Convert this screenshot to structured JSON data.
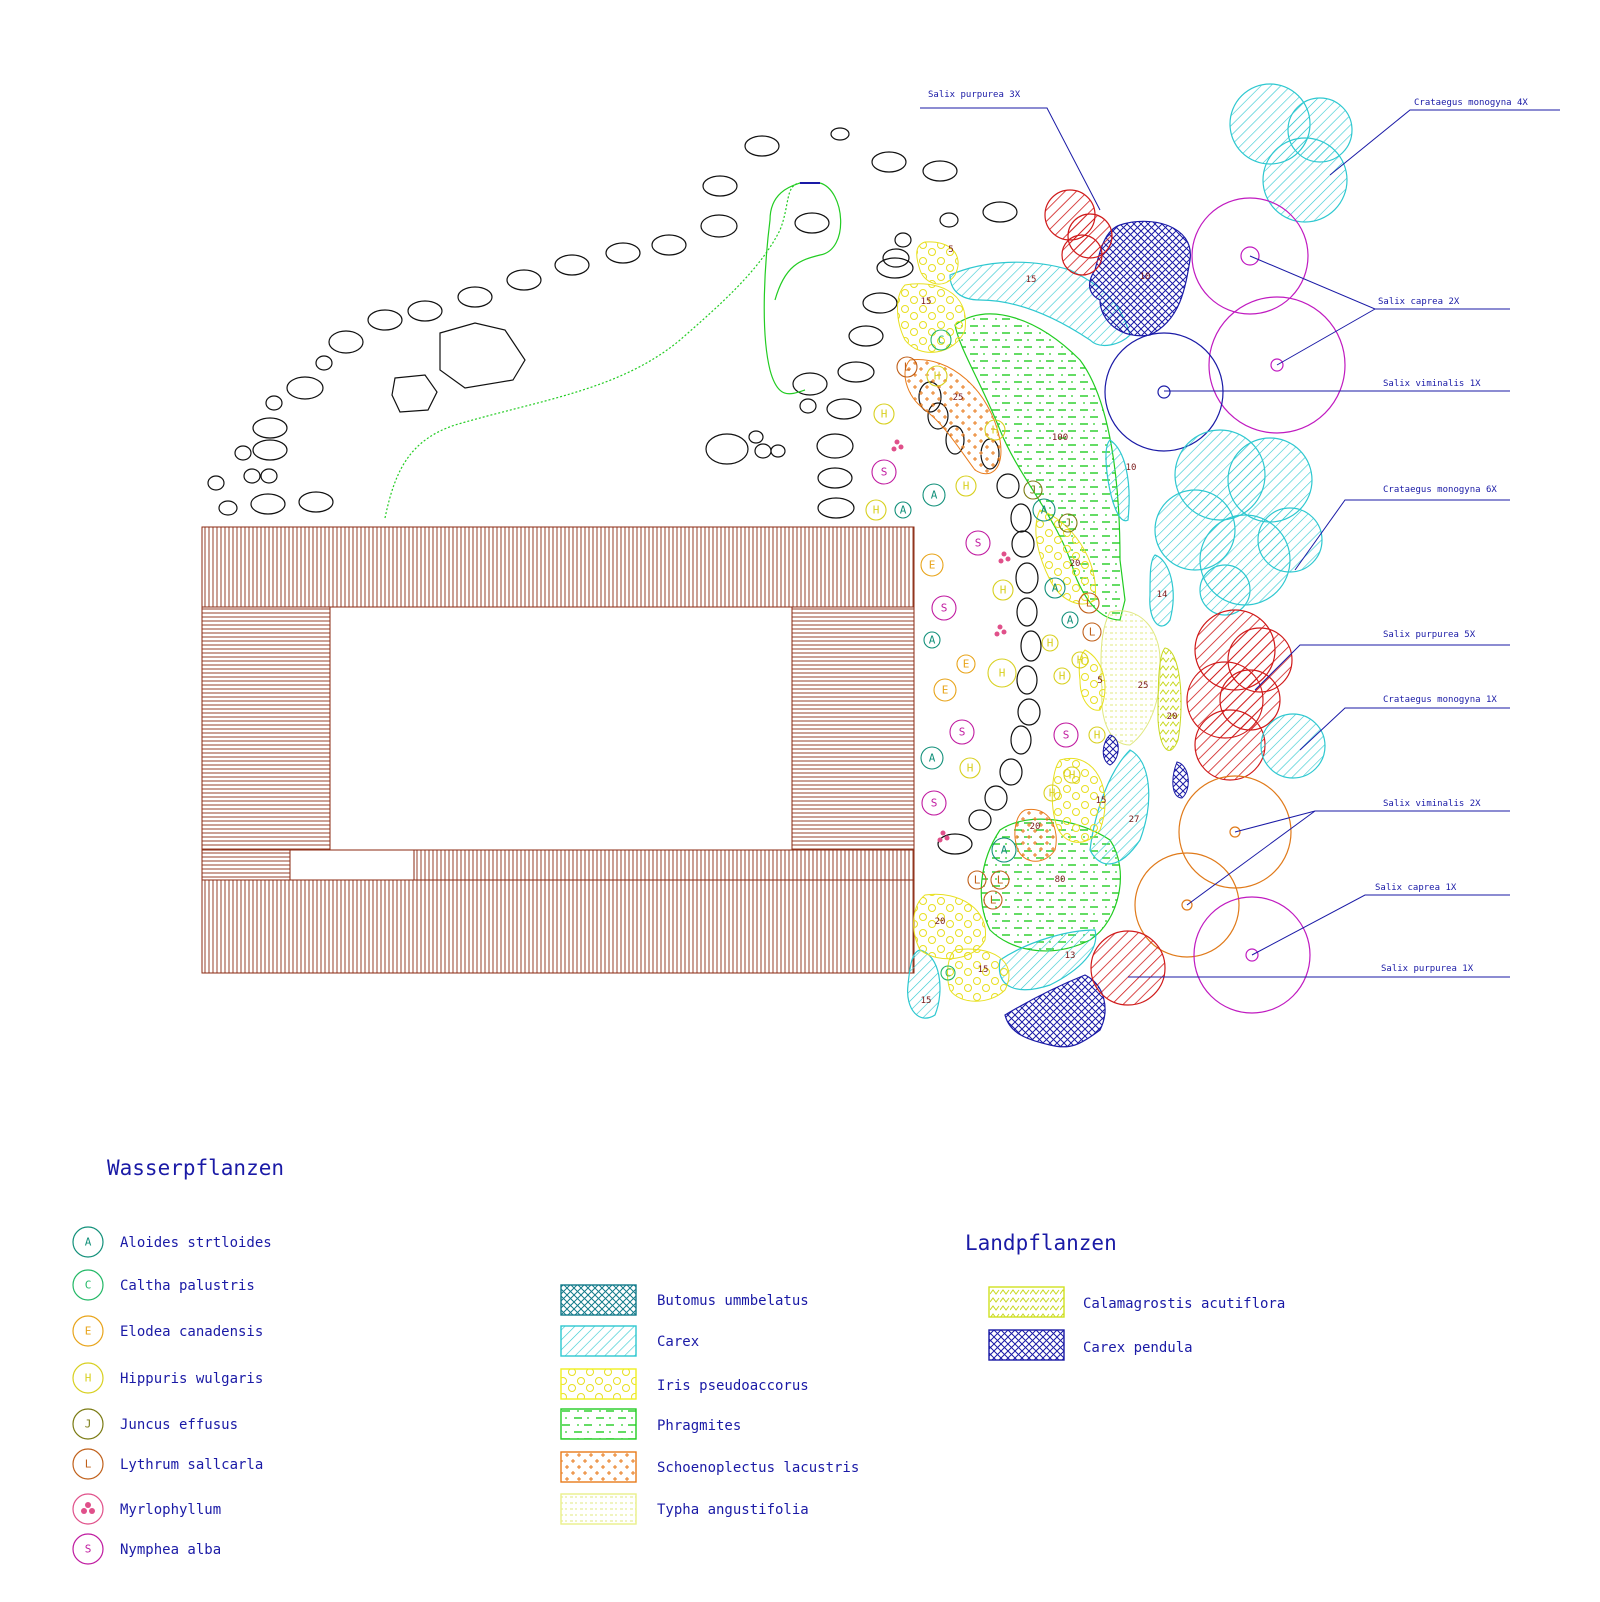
{
  "tree_labels": {
    "salix_purpurea_3x": "Salix purpurea 3X",
    "crataegus_4x": "Crataegus monogyna 4X",
    "salix_caprea_2x": "Salix caprea 2X",
    "salix_viminalis_1x": "Salix viminalis 1X",
    "crataegus_6x": "Crataegus monogyna 6X",
    "salix_purpurea_5x": "Salix purpurea 5X",
    "crataegus_1x": "Crataegus monogyna 1X",
    "salix_viminalis_2x": "Salix viminalis 2X",
    "salix_caprea_1x": "Salix caprea 1X",
    "salix_purpurea_1x": "Salix purpurea 1X"
  },
  "area_numbers": {
    "n5a": "5",
    "n15a": "15",
    "n15b": "15",
    "n25a": "25",
    "n100": "100",
    "n10": "10",
    "n20a": "20",
    "n14": "14",
    "n5b": "5",
    "n25b": "25",
    "n20b": "20",
    "n15c": "15",
    "n27": "27",
    "n20c": "20",
    "n80": "80",
    "n20d": "20",
    "n15d": "15",
    "n13": "13",
    "n15e": "15",
    "n10b": "10"
  },
  "legend": {
    "water_title": "Wasserpflanzen",
    "land_title": "Landpflanzen",
    "symbols": [
      {
        "letter": "A",
        "name": "Aloides strtloides",
        "color": "#12907a"
      },
      {
        "letter": "C",
        "name": "Caltha palustris",
        "color": "#22b866"
      },
      {
        "letter": "E",
        "name": "Elodea canadensis",
        "color": "#e8a41a"
      },
      {
        "letter": "H",
        "name": "Hippuris wulgaris",
        "color": "#d8d020"
      },
      {
        "letter": "J",
        "name": "Juncus effusus",
        "color": "#7a7a12"
      },
      {
        "letter": "L",
        "name": "Lythrum sallcarla",
        "color": "#c0601a"
      },
      {
        "letter": "",
        "name": "Myrlophyllum",
        "color": "#e0508a"
      },
      {
        "letter": "S",
        "name": "Nymphea alba",
        "color": "#c01aa0"
      }
    ],
    "hatches": [
      {
        "name": "Butomus ummbelatus",
        "color": "#127a8a"
      },
      {
        "name": "Carex",
        "color": "#2ec8d0"
      },
      {
        "name": "Iris pseudoaccorus",
        "color": "#f0f020"
      },
      {
        "name": "Phragmites",
        "color": "#22cc22"
      },
      {
        "name": "Schoenoplectus lacustris",
        "color": "#e87a1a"
      },
      {
        "name": "Typha angustifolia",
        "color": "#eaf08a"
      }
    ],
    "land": [
      {
        "name": "Calamagrostis acutiflora",
        "color": "#d0e020"
      },
      {
        "name": "Carex pendula",
        "color": "#1a1aa6"
      }
    ]
  },
  "colors": {
    "deck": "#8b2a12",
    "label_blue": "#1a1aa6",
    "salix_purpurea": "#d01a1a",
    "crataegus": "#2ec8d0",
    "salix_caprea": "#c01ac0",
    "salix_viminalis": "#1a1aa6",
    "salix_viminalis_2": "#e07a1a"
  }
}
